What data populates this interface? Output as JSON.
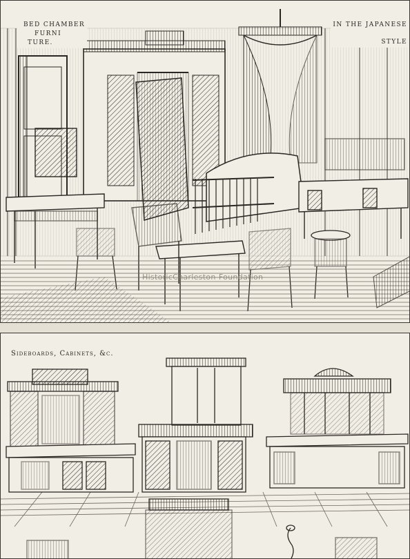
{
  "top_plate": {
    "caption_left": [
      "Bed Chamber",
      "Furni",
      "ture."
    ],
    "caption_right": [
      "In the Japanese",
      "Style"
    ]
  },
  "bottom_plate": {
    "caption": "Sideboards, Cabinets, &c."
  },
  "watermark": "HistoricCharleston-Foundation",
  "colors": {
    "ink": "#2a2622",
    "paper": "#f1eee5"
  }
}
